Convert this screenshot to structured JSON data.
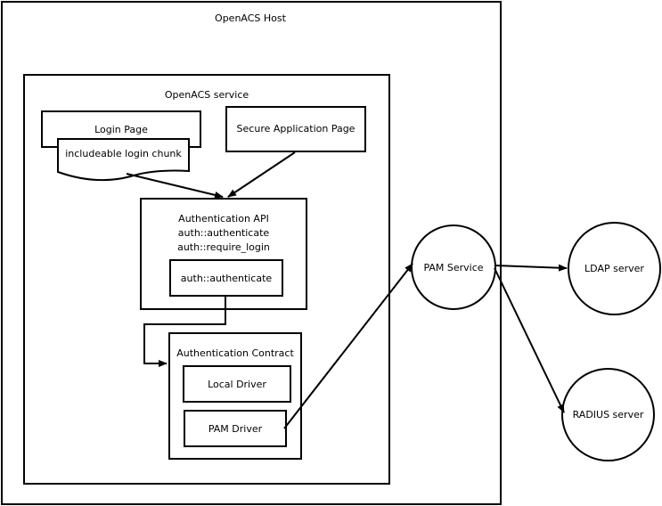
{
  "host": {
    "title": "OpenACS Host"
  },
  "service": {
    "title": "OpenACS service"
  },
  "login_page": {
    "label": "Login Page"
  },
  "login_chunk": {
    "label": "includeable login chunk"
  },
  "secure_page": {
    "label": "Secure Application Page"
  },
  "auth_api": {
    "title": "Authentication API",
    "line2": "auth::authenticate",
    "line3": "auth::require_login",
    "inner": "auth::authenticate"
  },
  "auth_contract": {
    "title": "Authentication Contract",
    "local_driver": "Local Driver",
    "pam_driver": "PAM Driver"
  },
  "pam_service": {
    "label": "PAM Service"
  },
  "ldap_server": {
    "label": "LDAP server"
  },
  "radius_server": {
    "label": "RADIUS server"
  }
}
